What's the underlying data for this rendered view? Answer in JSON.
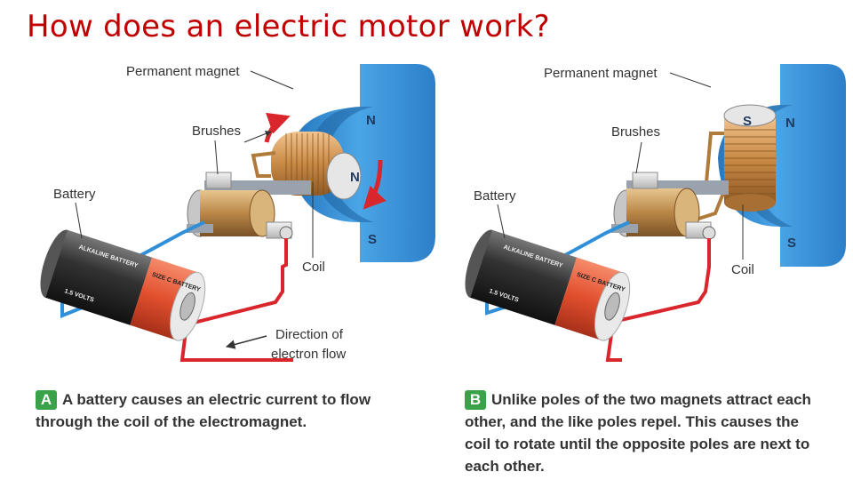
{
  "title": "How does an electric motor work?",
  "panel_a": {
    "permanent_magnet": "Permanent magnet",
    "brushes": "Brushes",
    "battery": "Battery",
    "coil": "Coil",
    "direction_line1": "Direction of",
    "direction_line2": "electron flow",
    "north": "N",
    "south": "S",
    "coil_pole": "N",
    "badge": "A",
    "caption_line1": "A battery causes an electric current to flow",
    "caption_line2": "through the coil of the electromagnet."
  },
  "panel_b": {
    "permanent_magnet": "Permanent magnet",
    "brushes": "Brushes",
    "battery": "Battery",
    "coil": "Coil",
    "north": "N",
    "south": "S",
    "coil_pole": "S",
    "badge": "B",
    "caption_line1": "Unlike poles of the two magnets attract each",
    "caption_line2": "other,  and the like poles repel. This causes the",
    "caption_line3": "coil to rotate until the opposite poles are next to",
    "caption_line4": "each other."
  },
  "battery_label": {
    "brand": "ALKALINE BATTERY",
    "size": "SIZE C BATTERY",
    "volts": "1.5 VOLTS"
  },
  "colors": {
    "title": "#c00000",
    "magnet": "#3a92d6",
    "badge": "#3aa34a",
    "wire_red": "#d9262c",
    "wire_blue": "#2f8fd8",
    "coil": "#c98a45",
    "battery_red": "#e2502e"
  }
}
